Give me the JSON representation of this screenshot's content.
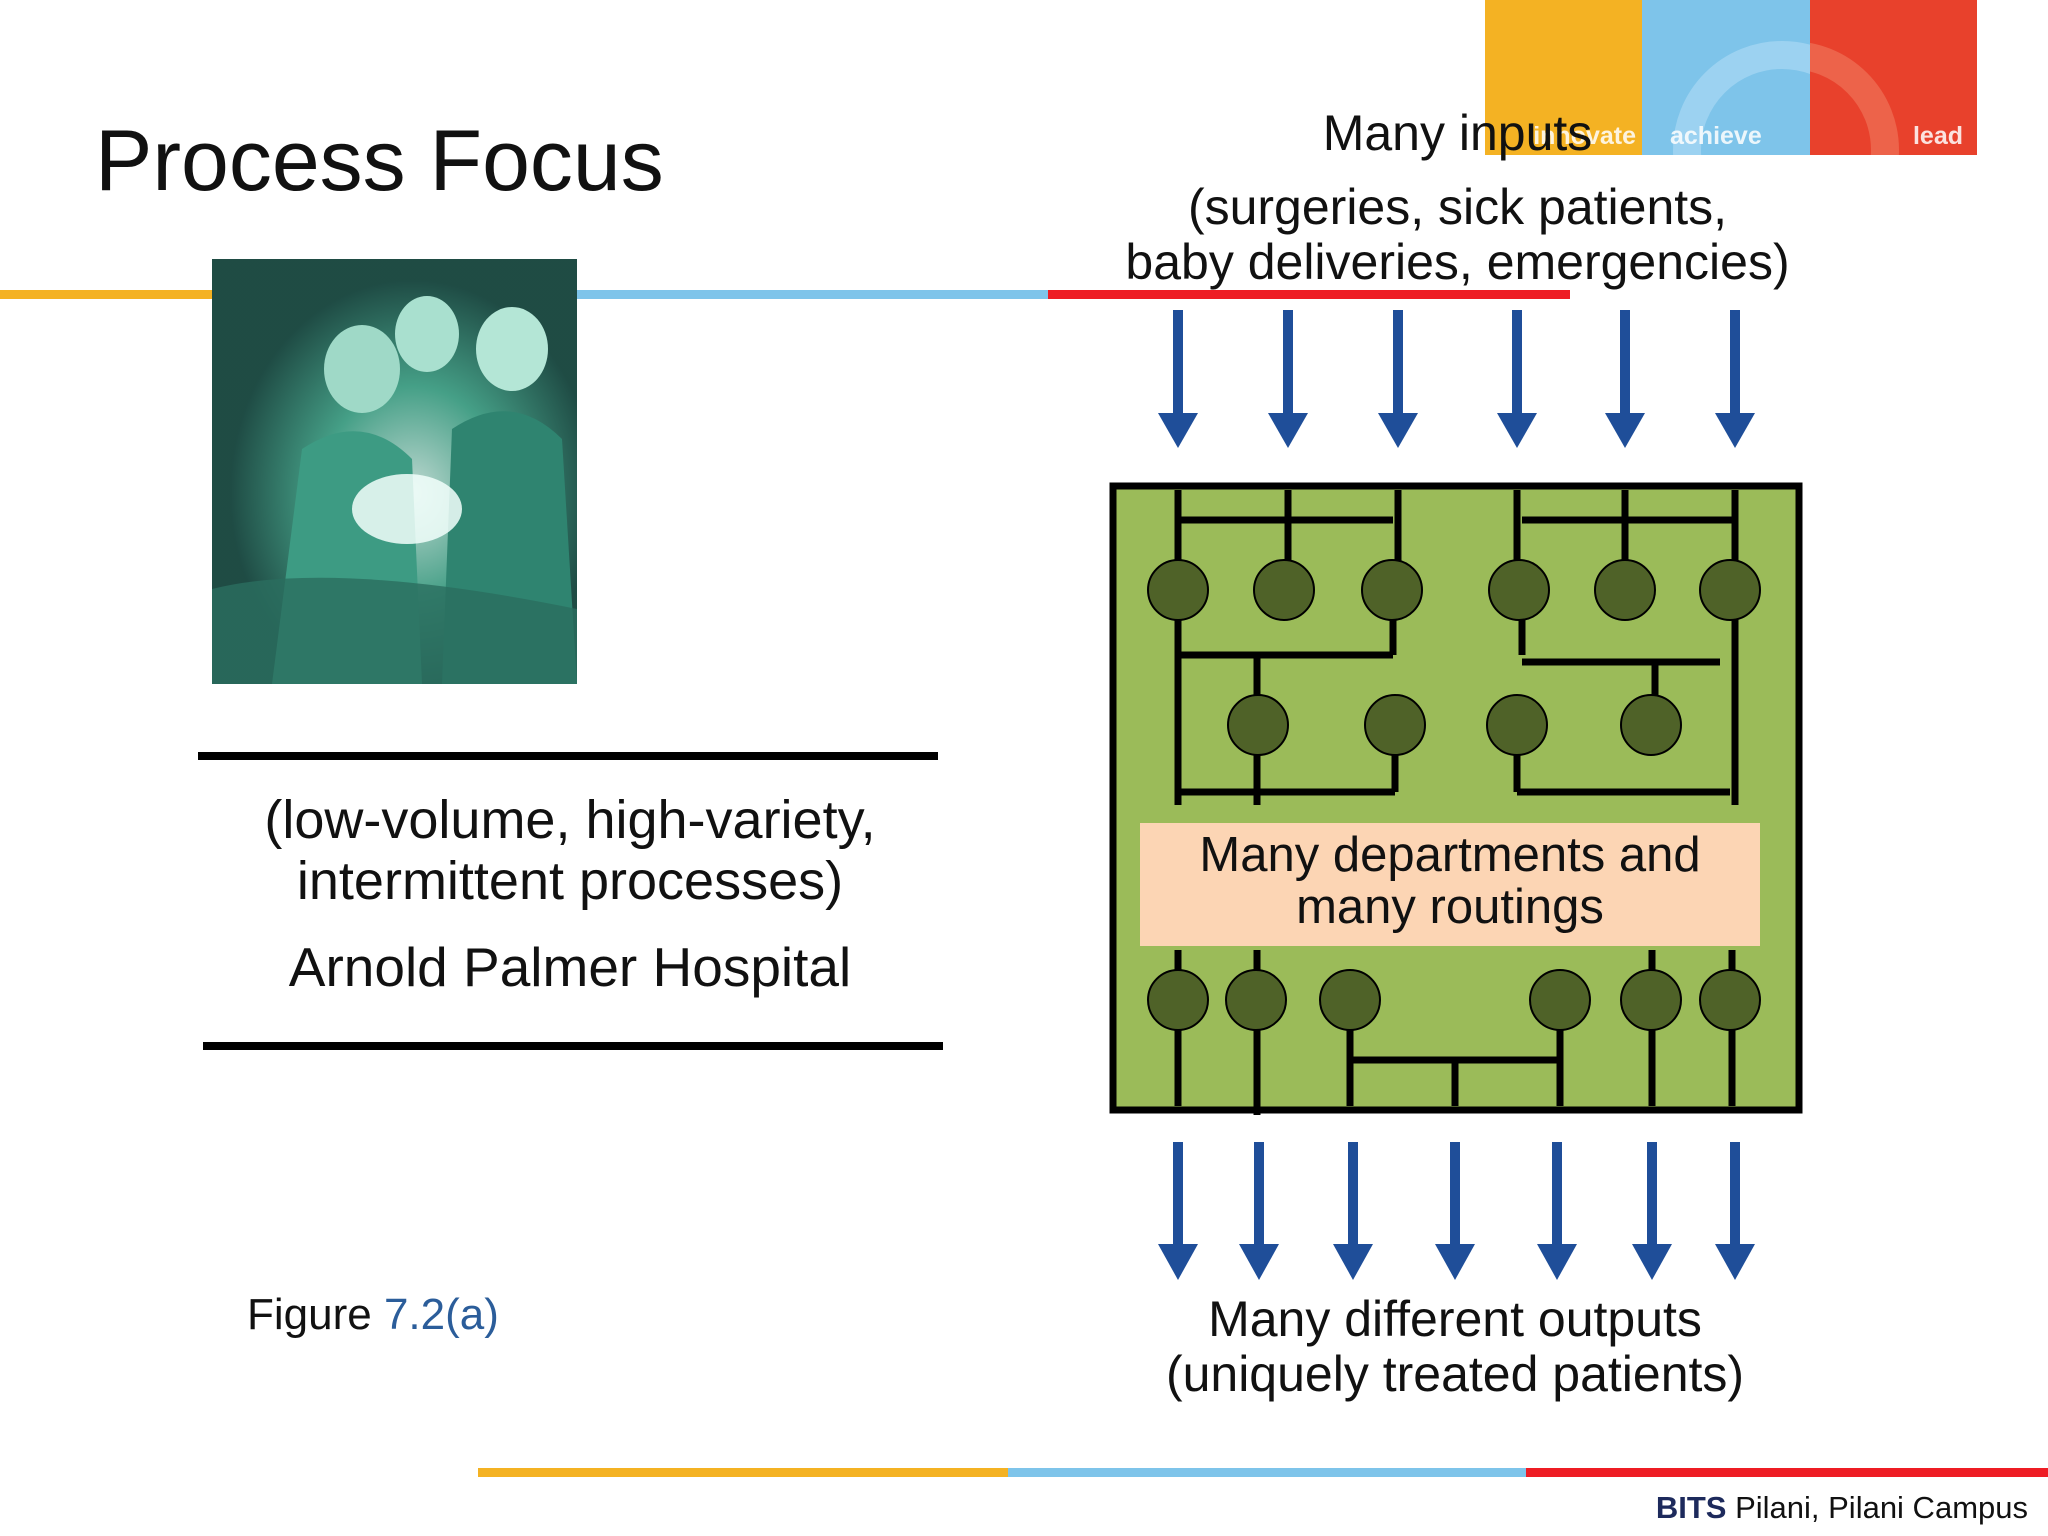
{
  "slide": {
    "title": "Process Focus",
    "brand": {
      "words": [
        "innovate",
        "achieve",
        "lead"
      ],
      "colors": [
        "#f4b223",
        "#7ec4ea",
        "#e8412c"
      ]
    },
    "accent_colors": {
      "orange": "#f4b223",
      "blue": "#7ec4ea",
      "red": "#ee1c24"
    },
    "left": {
      "description_line1": "(low-volume, high-variety,",
      "description_line2": "intermittent processes)",
      "hospital": "Arnold Palmer Hospital",
      "figure_label": "Figure",
      "figure_number": "7.2(a)"
    },
    "diagram": {
      "inputs_title": "Many inputs",
      "inputs_line1": "(surgeries, sick patients,",
      "inputs_line2": "baby deliveries, emergencies)",
      "center_line1": "Many departments and",
      "center_line2": "many routings",
      "outputs_line1": "Many different outputs",
      "outputs_line2": "(uniquely treated patients)",
      "box_fill": "#9bbb59",
      "node_fill": "#4f6228",
      "arrow_color": "#1f4e99",
      "label_fill": "#fcd5b4"
    },
    "footer": {
      "bold": "BITS",
      "rest": " Pilani, Pilani Campus"
    }
  }
}
